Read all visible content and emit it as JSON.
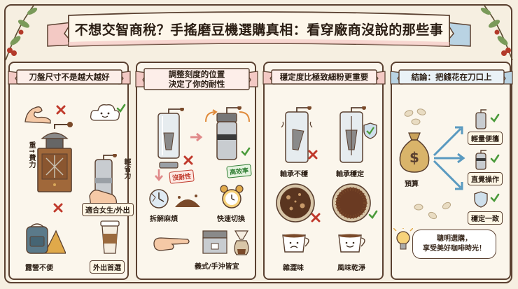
{
  "title": "不想交智商稅？手搖磨豆機選購真相：看穿廠商沒說的那些事",
  "panels": [
    {
      "heading": "刀盤尺寸不是越大越好",
      "labels": {
        "heavy_vertical": "重↑費力",
        "light_vertical": "輕省力",
        "portable": "適合女生/外出",
        "camping": "露營不便",
        "outdoor": "外出首選"
      }
    },
    {
      "heading_line1": "調整刻度的位置",
      "heading_line2": "決定了你的耐性",
      "labels": {
        "no_patience": "沒耐性",
        "efficient": "高效率",
        "hassle": "拆解麻煩",
        "quick": "快速切換",
        "espresso": "義式/手沖皆宜"
      }
    },
    {
      "heading": "穩定度比極致細粉更重要",
      "labels": {
        "unstable": "軸承不穩",
        "stable": "軸承穩定",
        "mixed": "雜澀味",
        "clean": "風味乾淨"
      }
    },
    {
      "heading": "結論：把錢花在刀口上",
      "labels": {
        "budget": "預算",
        "light": "輕量便攜",
        "intuitive": "直覺操作",
        "consistent": "穩定一致",
        "bubble_line1": "聰明選購，",
        "bubble_line2": "享受美好咖啡時光！"
      }
    }
  ],
  "colors": {
    "ink": "#3a2a1e",
    "red_x": "#c0392b",
    "green_check": "#4a9a3a",
    "banner_pink": "#f3c9c4",
    "banner_blue": "#b9d3e3",
    "paper": "#f6efe1"
  }
}
